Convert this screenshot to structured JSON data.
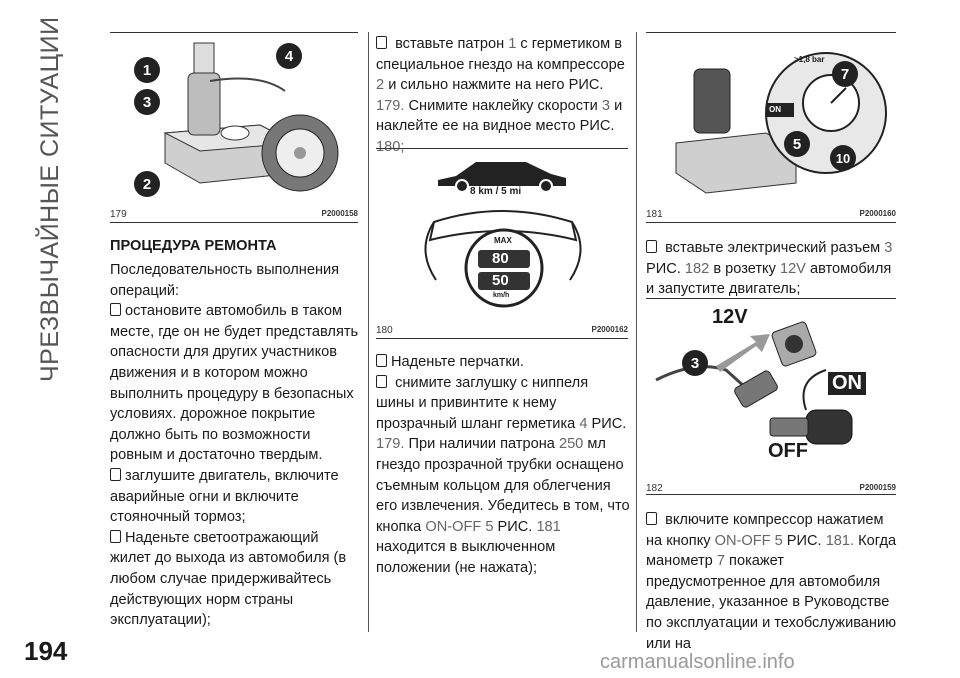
{
  "side_title": "ЧРЕЗВЫЧАЙНЫЕ СИТУАЦИИ",
  "page_number": "194",
  "watermark": "carmanualsonline.info",
  "figures": {
    "fig179": {
      "num": "179",
      "code": "P2000158",
      "callouts": [
        "1",
        "4",
        "3",
        "2"
      ]
    },
    "fig180": {
      "num": "180",
      "code": "P2000162",
      "distance": "8 km / 5 mi",
      "label_max": "MAX",
      "speed_top": "80",
      "speed_bottom": "50",
      "unit": "km/h"
    },
    "fig181": {
      "num": "181",
      "code": "P2000160",
      "pressure": ">1,8 bar",
      "on": "ON",
      "callouts": [
        "7",
        "5",
        "10"
      ]
    },
    "fig182": {
      "num": "182",
      "code": "P2000159",
      "volt": "12V",
      "on": "ON",
      "off": "OFF",
      "callout": "3"
    }
  },
  "col1": {
    "heading": "ПРОЦЕДУРА РЕМОНТА",
    "intro": "Последовательность выполнения операций:",
    "b1": "остановите автомобиль в таком месте, где он не будет представлять опасности для других участников движения и в котором можно выполнить процедуру в безопасных условиях. дорожное покрытие должно быть по возможности ровным и достаточно твердым.",
    "b2": "заглушите двигатель, включите аварийные огни и включите стояночный тормоз;",
    "b3": "Наденьте светоотражающий жилет до выхода из автомобиля (в любом случае придерживайтесь действующих норм страны эксплуатации);"
  },
  "col2": {
    "top": {
      "t1": "вставьте патрон",
      "n1": "1",
      "t2": "с герметиком в специальное гнездо на компрессоре",
      "n2": "2",
      "t3": "и сильно нажмите на него",
      "ris1": "РИС.",
      "r1": "179.",
      "t4": "Снимите наклейку скорости",
      "n3": "3",
      "t5": "и наклейте ее на видное место",
      "ris2": "РИС.",
      "r2": "180;"
    },
    "gloves": "Наденьте перчатки.",
    "b2": {
      "t1": "снимите заглушку с ниппеля шины и привинтите к нему прозрачный шланг герметика",
      "n1": "4",
      "ris1": "РИС.",
      "r1": "179.",
      "t2": "При наличии патрона",
      "n2": "250",
      "t3": "мл гнездо прозрачной трубки оснащено съемным кольцом для облегчения его извлечения. Убедитесь в том, что кнопка",
      "n3": "ON-OFF",
      "n4": "5",
      "ris2": "РИС.",
      "r2": "181",
      "t4": "находится в выключенном положении (не нажата);"
    }
  },
  "col3": {
    "b1": {
      "t1": "вставьте электрический разъем",
      "n1": "3",
      "ris": "РИС.",
      "r1": "182",
      "t2": "в розетку",
      "n2": "12V",
      "t3": "автомобиля и запустите двигатель;"
    },
    "b2": {
      "t1": "включите компрессор нажатием на кнопку",
      "n1": "ON-OFF",
      "n2": "5",
      "ris": "РИС.",
      "r1": "181.",
      "t2": "Когда манометр",
      "n3": "7",
      "t3": "покажет предусмотренное для автомобиля давление, указанное в Руководстве по эксплуатации и техобслуживанию или на"
    }
  }
}
